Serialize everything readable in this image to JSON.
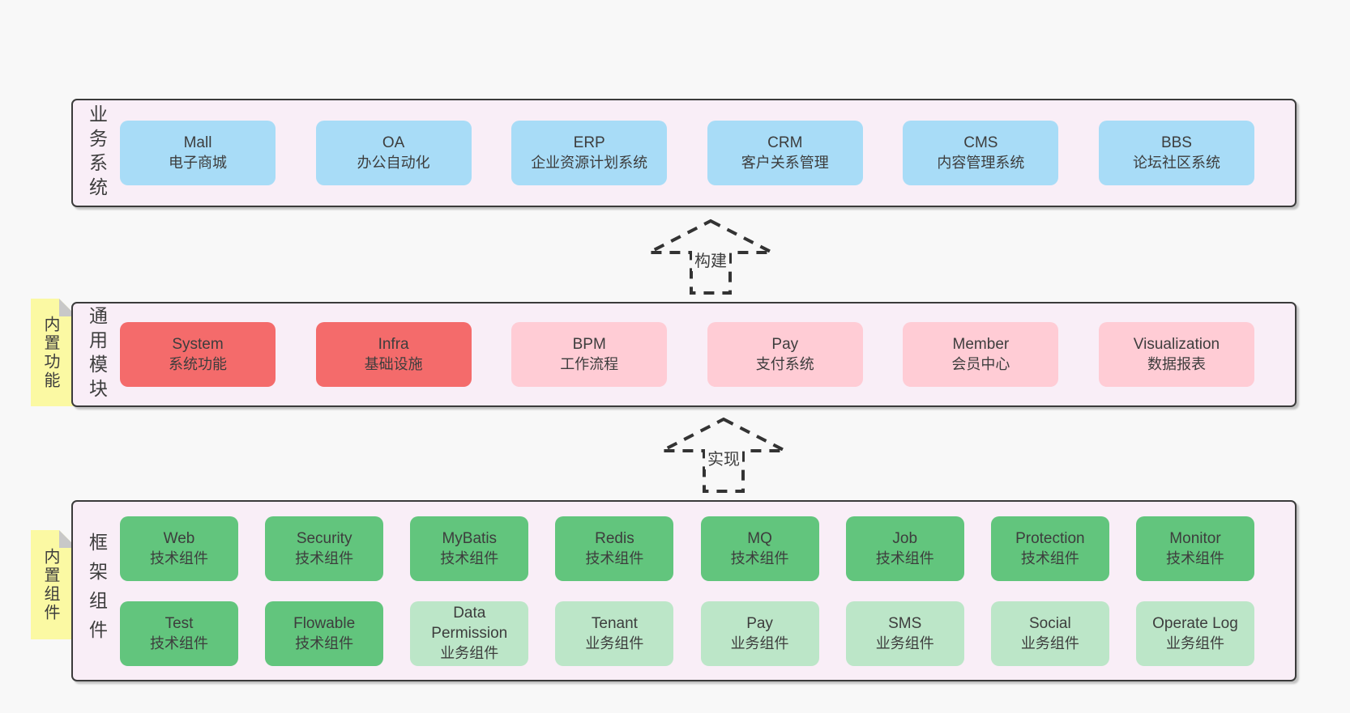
{
  "colors": {
    "page-bg": "#f8f8f8",
    "panel-bg": "#f9eef7",
    "panel-border": "#3b3b3b",
    "blue": "#a8dcf7",
    "red": "#f46b6b",
    "pink": "#ffccd5",
    "green": "#62c57d",
    "green-light": "#bce6c8",
    "sticky": "#fbf9a3",
    "sticky-fold": "#c8c8c8",
    "text": "#3d3d3d",
    "arrow": "#333333"
  },
  "business": {
    "label": "业务系统",
    "items": [
      {
        "name": "Mall",
        "desc": "电子商城"
      },
      {
        "name": "OA",
        "desc": "办公自动化"
      },
      {
        "name": "ERP",
        "desc": "企业资源计划系统"
      },
      {
        "name": "CRM",
        "desc": "客户关系管理"
      },
      {
        "name": "CMS",
        "desc": "内容管理系统"
      },
      {
        "name": "BBS",
        "desc": "论坛社区系统"
      }
    ]
  },
  "arrows": {
    "build": "构建",
    "implement": "实现"
  },
  "modules": {
    "label": "通用模块",
    "sticky": "内置功能",
    "items": [
      {
        "name": "System",
        "desc": "系统功能"
      },
      {
        "name": "Infra",
        "desc": "基础设施"
      },
      {
        "name": "BPM",
        "desc": "工作流程"
      },
      {
        "name": "Pay",
        "desc": "支付系统"
      },
      {
        "name": "Member",
        "desc": "会员中心"
      },
      {
        "name": "Visualization",
        "desc": "数据报表"
      }
    ]
  },
  "components": {
    "label": "框架组件",
    "sticky": "内置组件",
    "row1": [
      {
        "name": "Web",
        "desc": "技术组件"
      },
      {
        "name": "Security",
        "desc": "技术组件"
      },
      {
        "name": "MyBatis",
        "desc": "技术组件"
      },
      {
        "name": "Redis",
        "desc": "技术组件"
      },
      {
        "name": "MQ",
        "desc": "技术组件"
      },
      {
        "name": "Job",
        "desc": "技术组件"
      },
      {
        "name": "Protection",
        "desc": "技术组件"
      },
      {
        "name": "Monitor",
        "desc": "技术组件"
      }
    ],
    "row2": [
      {
        "name": "Test",
        "desc": "技术组件"
      },
      {
        "name": "Flowable",
        "desc": "技术组件"
      },
      {
        "name": "Data Permission",
        "desc": "业务组件"
      },
      {
        "name": "Tenant",
        "desc": "业务组件"
      },
      {
        "name": "Pay",
        "desc": "业务组件"
      },
      {
        "name": "SMS",
        "desc": "业务组件"
      },
      {
        "name": "Social",
        "desc": "业务组件"
      },
      {
        "name": "Operate Log",
        "desc": "业务组件"
      }
    ]
  }
}
